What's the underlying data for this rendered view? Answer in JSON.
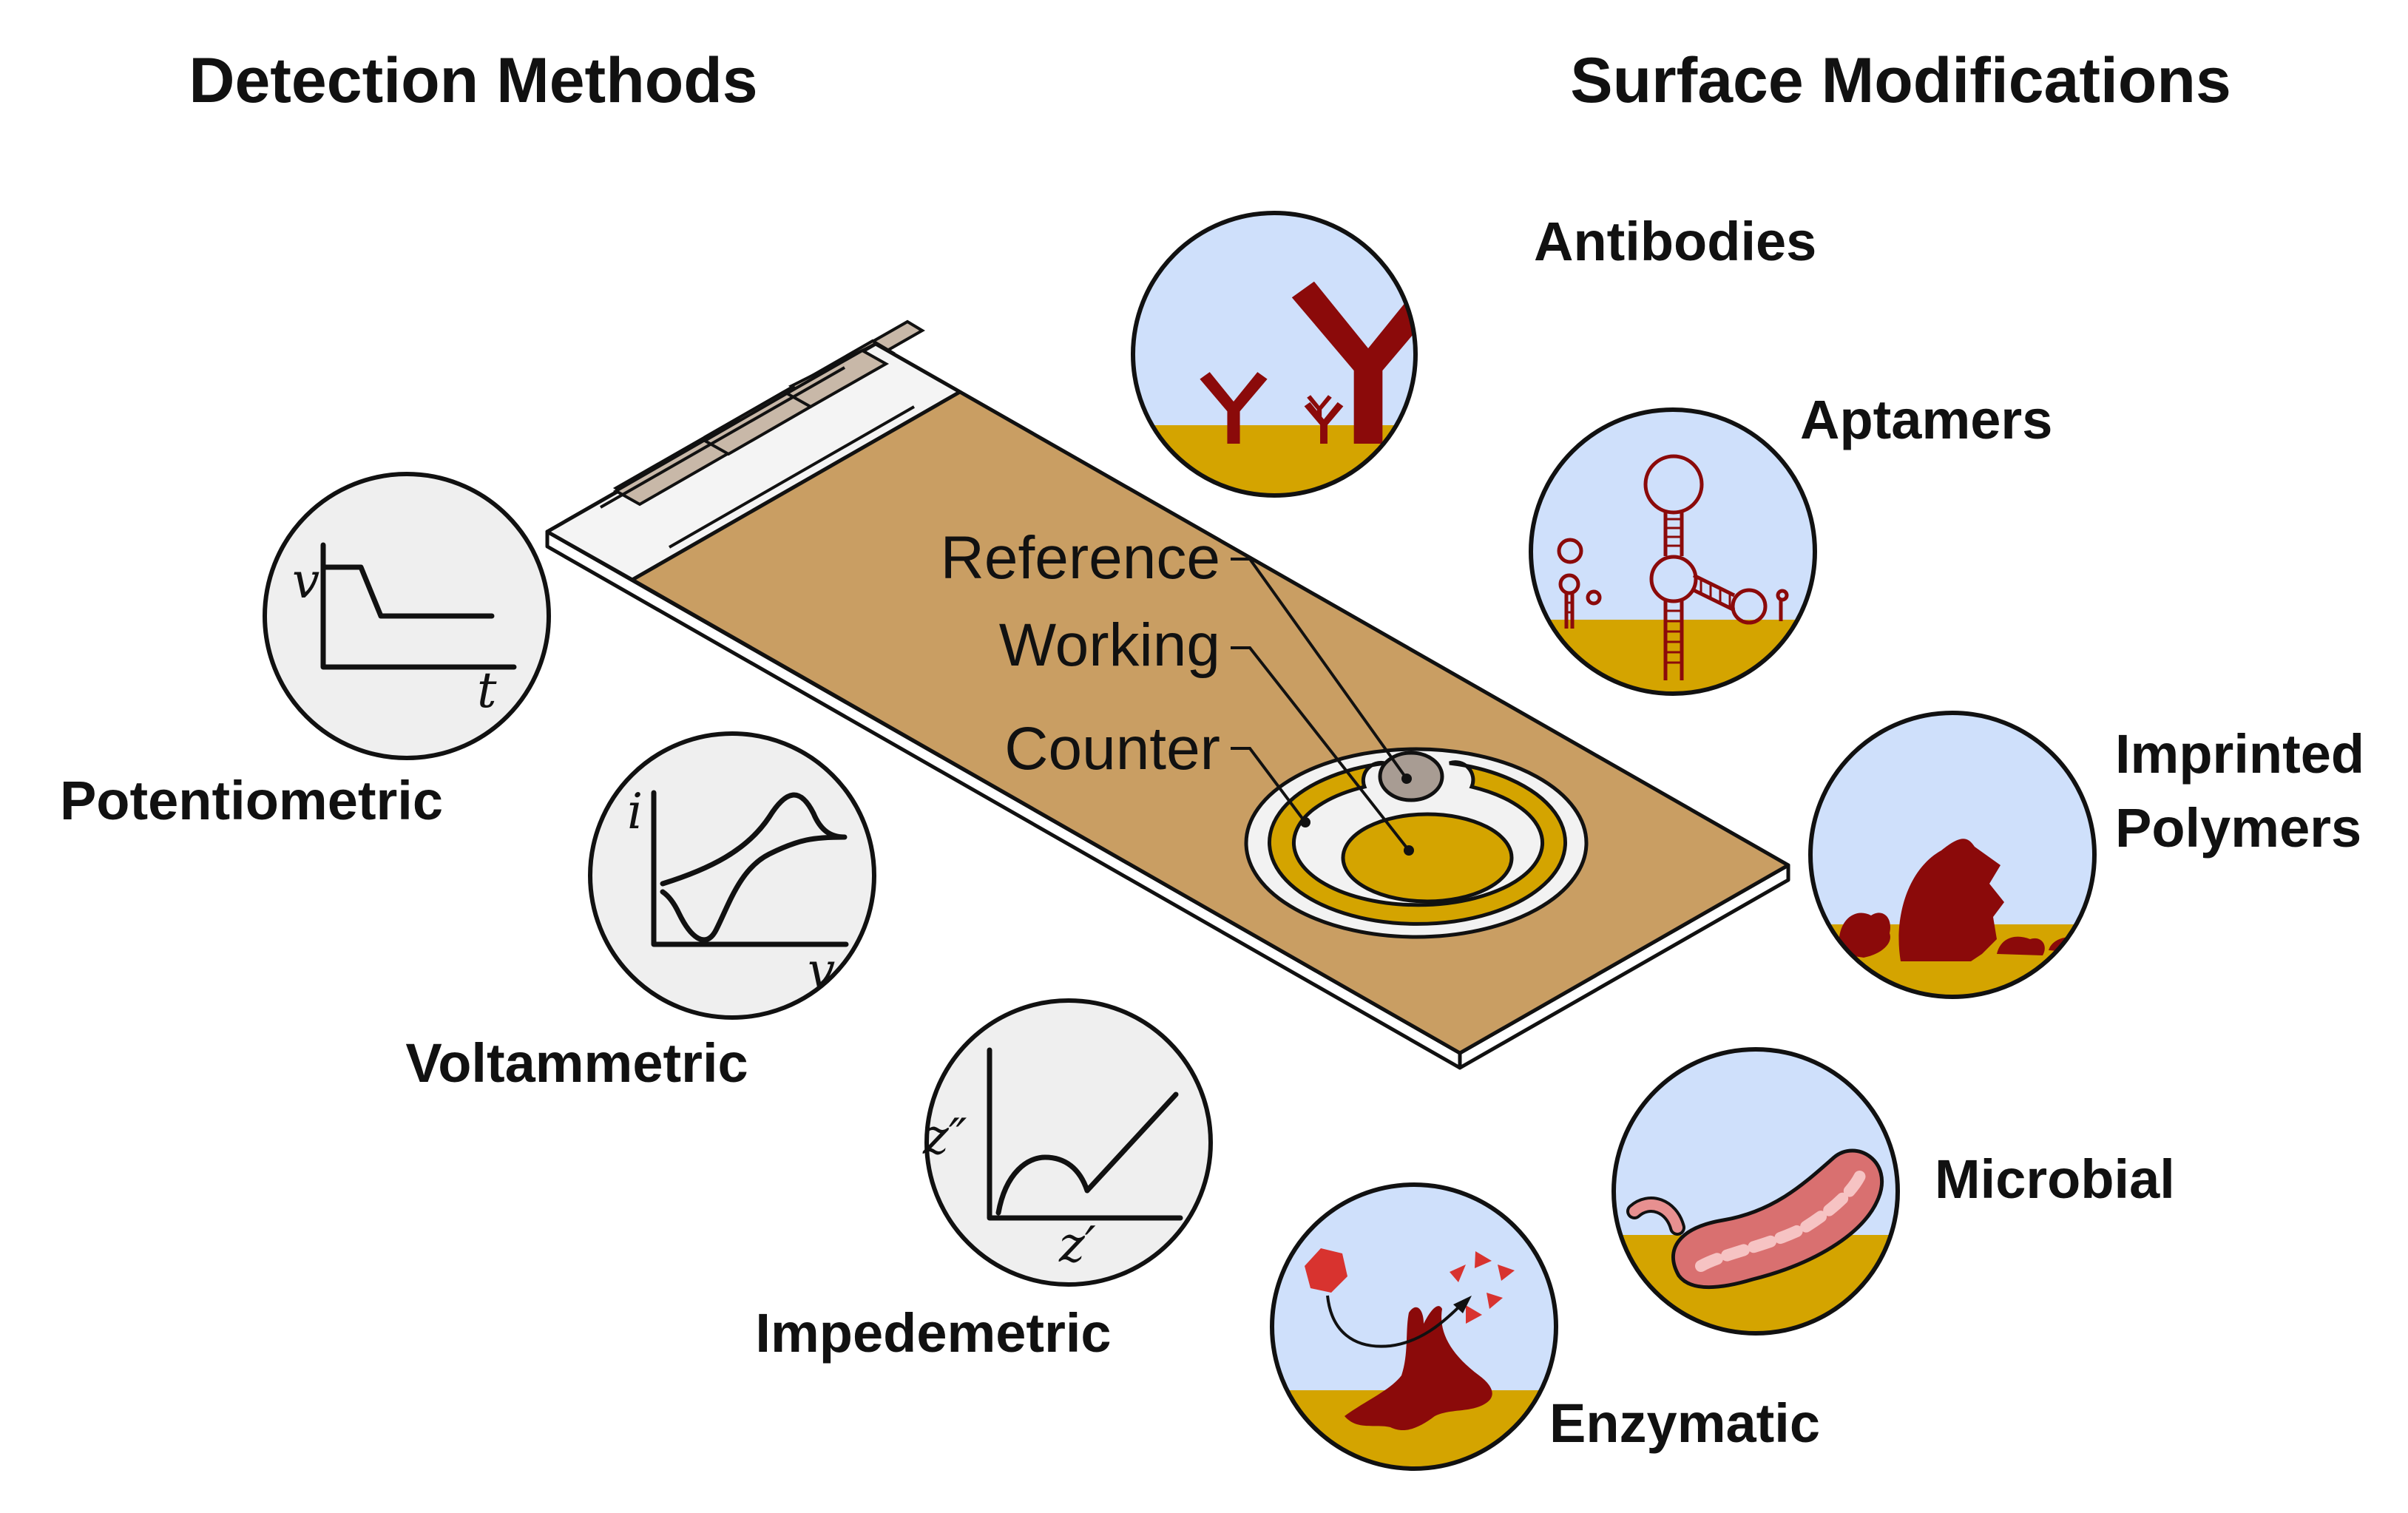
{
  "headers": {
    "left": "Detection Methods",
    "right": "Surface Modifications"
  },
  "detection_methods": [
    {
      "label": "Potentiometric",
      "y_axis": "v",
      "x_axis": "t"
    },
    {
      "label": "Voltammetric",
      "y_axis": "i",
      "x_axis": "v"
    },
    {
      "label": "Impedemetric",
      "y_axis": "z″",
      "x_axis": "z′"
    }
  ],
  "electrodes": {
    "reference": "Reference",
    "working": "Working",
    "counter": "Counter"
  },
  "surface_modifications": {
    "antibodies": "Antibodies",
    "aptamers": "Aptamers",
    "imprinted_line1": "Imprinted",
    "imprinted_line2": "Polymers",
    "microbial": "Microbial",
    "enzymatic": "Enzymatic"
  },
  "colors": {
    "strip": "#c99e63",
    "gold": "#d4a400",
    "electrode_white": "#f2f2f2",
    "reference_grey": "#a89c93",
    "contact": "#c8b8a8",
    "liquid": "#cfe0fb",
    "substrate": "#d4a400",
    "biomolecule": "#8b0a0a",
    "enzyme_product": "#d8332f",
    "microbe_fill": "#d97070",
    "microbe_light": "#f6c3c3",
    "ring_fill": "#efefef"
  }
}
